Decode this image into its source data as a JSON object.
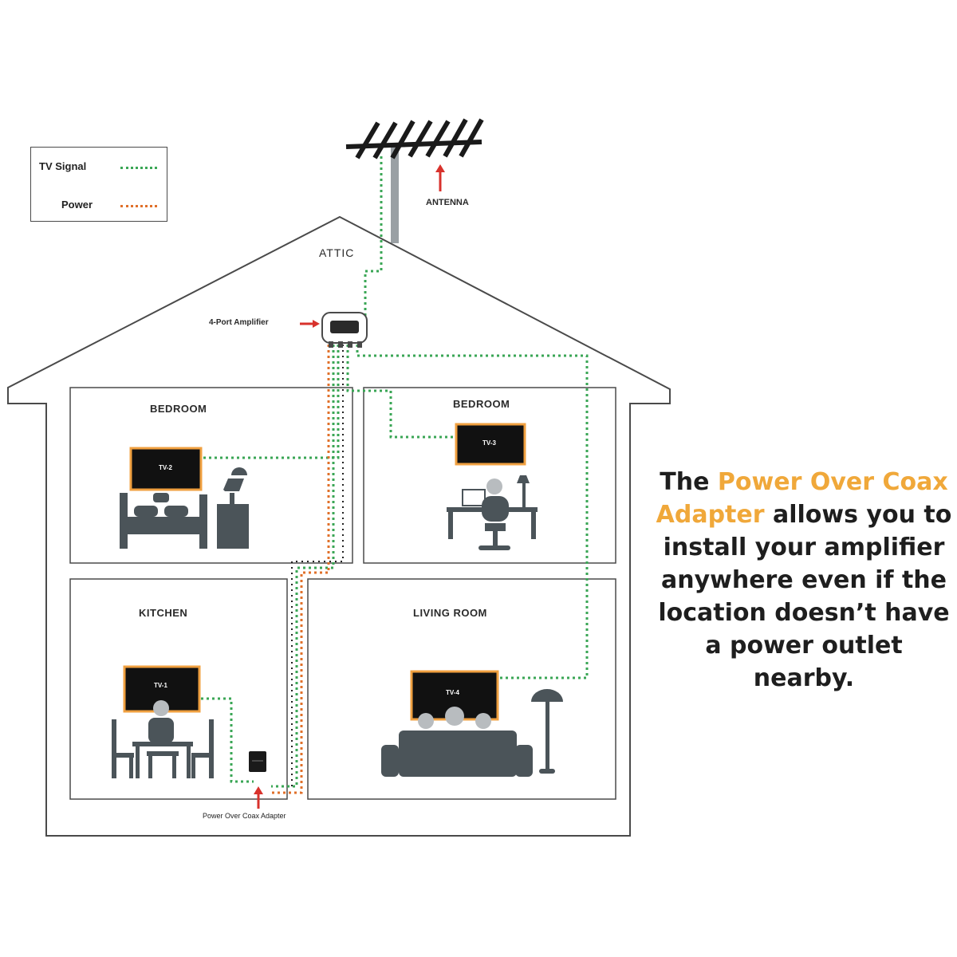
{
  "legend": {
    "tv_signal_label": "TV Signal",
    "power_label": "Power",
    "tv_signal_color": "#3aa655",
    "power_color": "#e0702a"
  },
  "labels": {
    "antenna": "ANTENNA",
    "attic": "ATTIC",
    "amplifier": "4-Port Amplifier",
    "adapter": "Power Over Coax Adapter"
  },
  "rooms": {
    "bedroom_left": "BEDROOM",
    "bedroom_right": "BEDROOM",
    "kitchen": "KITCHEN",
    "living_room": "LIVING ROOM"
  },
  "tvs": {
    "tv1": "TV-1",
    "tv2": "TV-2",
    "tv3": "TV-3",
    "tv4": "TV-4"
  },
  "blurb": {
    "pre": "The ",
    "highlight": "Power Over Coax Adapter",
    "post": " allows you to install your amplifier anywhere even if the location doesn’t have a power outlet nearby.",
    "highlight_color": "#f0a83a"
  },
  "colors": {
    "outline": "#4a4a4a",
    "furniture": "#4b5459",
    "tv_border": "#f0a040",
    "arrow": "#d8322c"
  }
}
